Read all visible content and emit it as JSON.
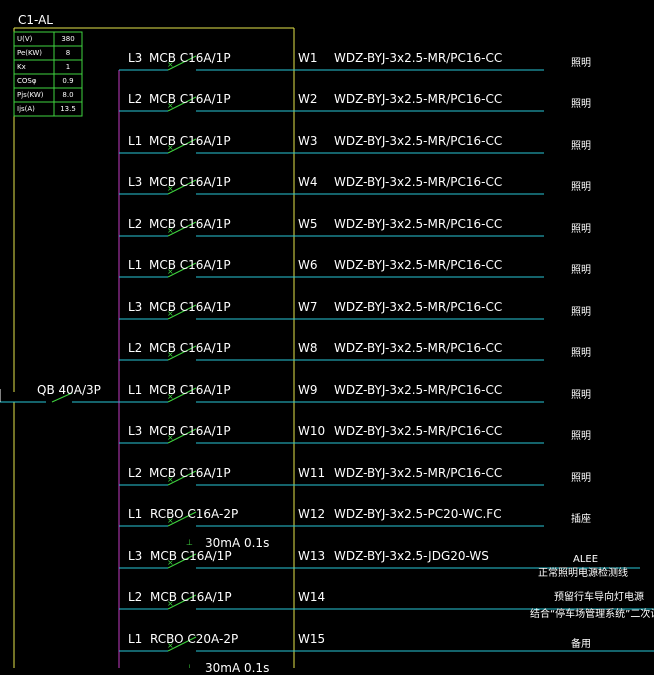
{
  "panel": {
    "name": "C1-AL",
    "params": [
      {
        "label": "U(V)",
        "value": "380"
      },
      {
        "label": "Pe(KW)",
        "value": "8"
      },
      {
        "label": "Kx",
        "value": "1"
      },
      {
        "label": "COSφ",
        "value": "0.9"
      },
      {
        "label": "Pjs(KW)",
        "value": "8.0"
      },
      {
        "label": "Ijs(A)",
        "value": "13.5"
      }
    ]
  },
  "main_breaker": "QB 40A/3P",
  "circuits": [
    {
      "phase": "L3",
      "breaker": "MCB C16A/1P",
      "id": "W1",
      "cable": "WDZ-BYJ-3x2.5-MR/PC16-CC",
      "load": "照明"
    },
    {
      "phase": "L2",
      "breaker": "MCB C16A/1P",
      "id": "W2",
      "cable": "WDZ-BYJ-3x2.5-MR/PC16-CC",
      "load": "照明"
    },
    {
      "phase": "L1",
      "breaker": "MCB C16A/1P",
      "id": "W3",
      "cable": "WDZ-BYJ-3x2.5-MR/PC16-CC",
      "load": "照明"
    },
    {
      "phase": "L3",
      "breaker": "MCB C16A/1P",
      "id": "W4",
      "cable": "WDZ-BYJ-3x2.5-MR/PC16-CC",
      "load": "照明"
    },
    {
      "phase": "L2",
      "breaker": "MCB C16A/1P",
      "id": "W5",
      "cable": "WDZ-BYJ-3x2.5-MR/PC16-CC",
      "load": "照明"
    },
    {
      "phase": "L1",
      "breaker": "MCB C16A/1P",
      "id": "W6",
      "cable": "WDZ-BYJ-3x2.5-MR/PC16-CC",
      "load": "照明"
    },
    {
      "phase": "L3",
      "breaker": "MCB C16A/1P",
      "id": "W7",
      "cable": "WDZ-BYJ-3x2.5-MR/PC16-CC",
      "load": "照明"
    },
    {
      "phase": "L2",
      "breaker": "MCB C16A/1P",
      "id": "W8",
      "cable": "WDZ-BYJ-3x2.5-MR/PC16-CC",
      "load": "照明"
    },
    {
      "phase": "L1",
      "breaker": "MCB C16A/1P",
      "id": "W9",
      "cable": "WDZ-BYJ-3x2.5-MR/PC16-CC",
      "load": "照明"
    },
    {
      "phase": "L3",
      "breaker": "MCB C16A/1P",
      "id": "W10",
      "cable": "WDZ-BYJ-3x2.5-MR/PC16-CC",
      "load": "照明"
    },
    {
      "phase": "L2",
      "breaker": "MCB C16A/1P",
      "id": "W11",
      "cable": "WDZ-BYJ-3x2.5-MR/PC16-CC",
      "load": "照明"
    },
    {
      "phase": "L1",
      "breaker": "RCBO C16A-2P",
      "id": "W12",
      "cable": "WDZ-BYJ-3x2.5-PC20-WC.FC",
      "load": "插座",
      "rcd": "30mA 0.1s"
    },
    {
      "phase": "L3",
      "breaker": "MCB C16A/1P",
      "id": "W13",
      "cable": "WDZ-BYJ-3x2.5-JDG20-WS",
      "load": "ALEE",
      "load2": "正常照明电源检测线"
    },
    {
      "phase": "L2",
      "breaker": "MCB C16A/1P",
      "id": "W14",
      "cable": "",
      "load": "预留行车导向灯电源",
      "load2": "结合“停车场管理系统”二次设计"
    },
    {
      "phase": "L1",
      "breaker": "RCBO C20A-2P",
      "id": "W15",
      "cable": "",
      "load": "备用",
      "rcd": "30mA 0.1s"
    }
  ]
}
